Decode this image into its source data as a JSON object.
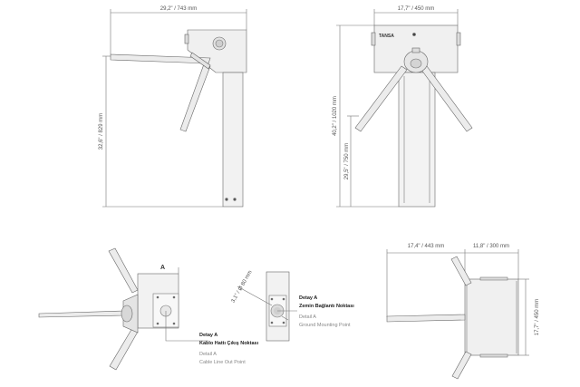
{
  "dims": {
    "side_width": "29,2\" / 743 mm",
    "side_height": "32,6\" / 829 mm",
    "front_width": "17,7\" / 450 mm",
    "front_total_height": "40,2\" / 1020 mm",
    "front_floor_height": "29,5\" / 750 mm",
    "cable_hole": "3,1\" / Ø 80 mm",
    "plan_body": "17,4\" / 443 mm",
    "plan_arm": "11,8\" / 300 mm",
    "plan_depth": "17,7\" / 450 mm"
  },
  "brand": "TANSA",
  "detail_a_marker": "A",
  "detail_cable": {
    "title": "Detay A",
    "subtitle": "Kablo Hattı Çıkış Noktası",
    "en_title": "Detail A",
    "en_subtitle": "Cable Line Out Point"
  },
  "detail_ground": {
    "title": "Detay A",
    "subtitle": "Zemin Bağlantı Noktası",
    "en_title": "Detail A",
    "en_subtitle": "Ground Mounting Point"
  }
}
